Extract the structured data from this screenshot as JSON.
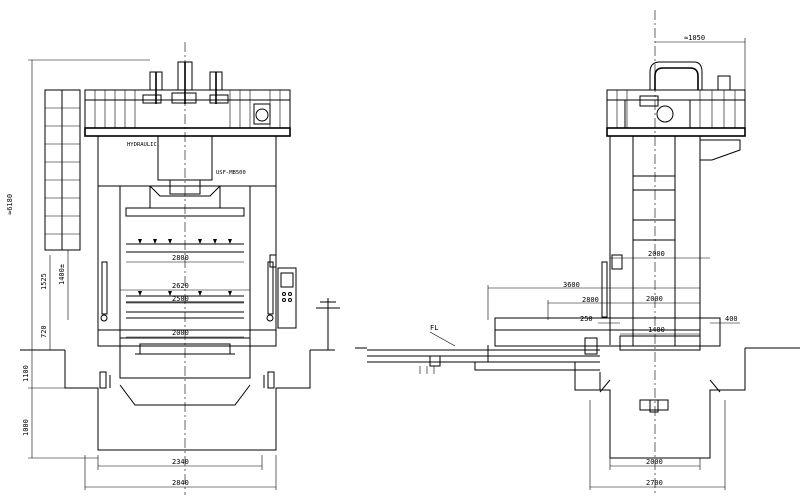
{
  "front_view": {
    "label_hydraulic": "HYDRAULIC",
    "label_model": "USF-MB500",
    "dim_total_height": "≈6180",
    "dim_1525": "1525",
    "dim_1400": "1400±",
    "dim_720": "720",
    "dim_1100": "1100",
    "dim_1000": "1000",
    "dim_2800_upper": "2800",
    "dim_2620": "2620",
    "dim_2500": "2500",
    "dim_2000_bed": "2000",
    "dim_2340": "2340",
    "dim_2840": "2840"
  },
  "side_view": {
    "dim_1050": "≈1050",
    "dim_3600": "3600",
    "dim_2800": "2800",
    "dim_2000_upper": "2000",
    "dim_2000_mid": "2000",
    "dim_250": "250",
    "dim_1400": "1400",
    "dim_400": "400",
    "dim_2000_lower": "2000",
    "dim_2700": "2700",
    "label_fl": "FL"
  }
}
